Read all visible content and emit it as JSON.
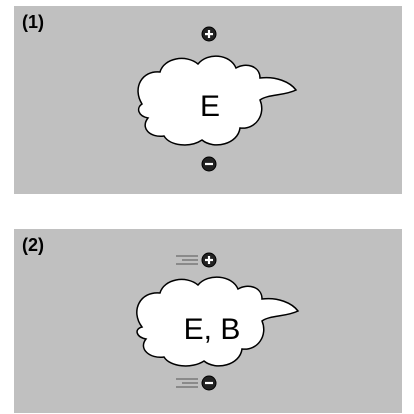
{
  "panels": [
    {
      "label": "(1)",
      "field_text": "E",
      "top_charge": "+",
      "bottom_charge": "−"
    },
    {
      "label": "(2)",
      "field_text": "E, B",
      "top_charge": "+",
      "bottom_charge": "−"
    }
  ],
  "colors": {
    "panel_bg": "#c0c0c0",
    "cloud_fill": "#ffffff",
    "charge_fill": "#222222"
  }
}
